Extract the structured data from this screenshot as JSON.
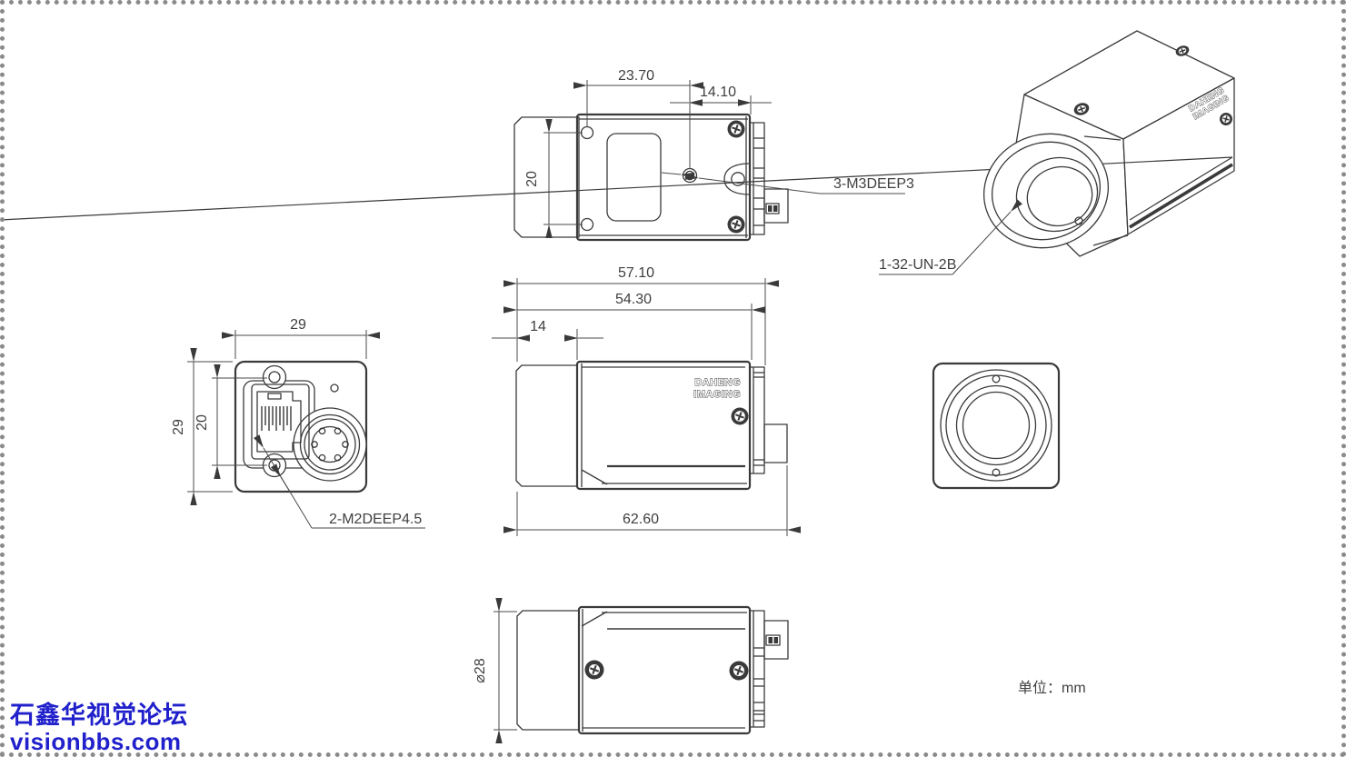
{
  "drawing": {
    "title_role": "industrial-camera-dimensional-drawing",
    "unit_label": "单位：mm",
    "watermark": {
      "line1": "石鑫华视觉论坛",
      "line2": "visionbbs.com"
    },
    "brand": {
      "line1": "DAHENG",
      "line2": "IMAGING"
    },
    "top_view": {
      "dim_front_width": "23.70",
      "dim_rear_width": "14.10",
      "dim_hole_spacing": "20",
      "note_thread": "3-M3DEEP3"
    },
    "perspective_view": {
      "note_lens_thread": "1-32-UN-2B"
    },
    "back_view": {
      "dim_width": "29",
      "dim_height": "29",
      "dim_hole_spacing": "20",
      "note_screws": "2-M2DEEP4.5"
    },
    "side_view": {
      "dim_without_connector": "57.10",
      "dim_body_length": "54.30",
      "dim_lens_length": "14",
      "dim_total_length": "62.60"
    },
    "bottom_view": {
      "dim_lens_diameter": "⌀28"
    }
  },
  "colors": {
    "line": "#3a3a3a",
    "dimension_text": "#3f3f3f",
    "watermark": "#2121cc",
    "border_dots": "#8a8a8a",
    "background": "#ffffff"
  }
}
